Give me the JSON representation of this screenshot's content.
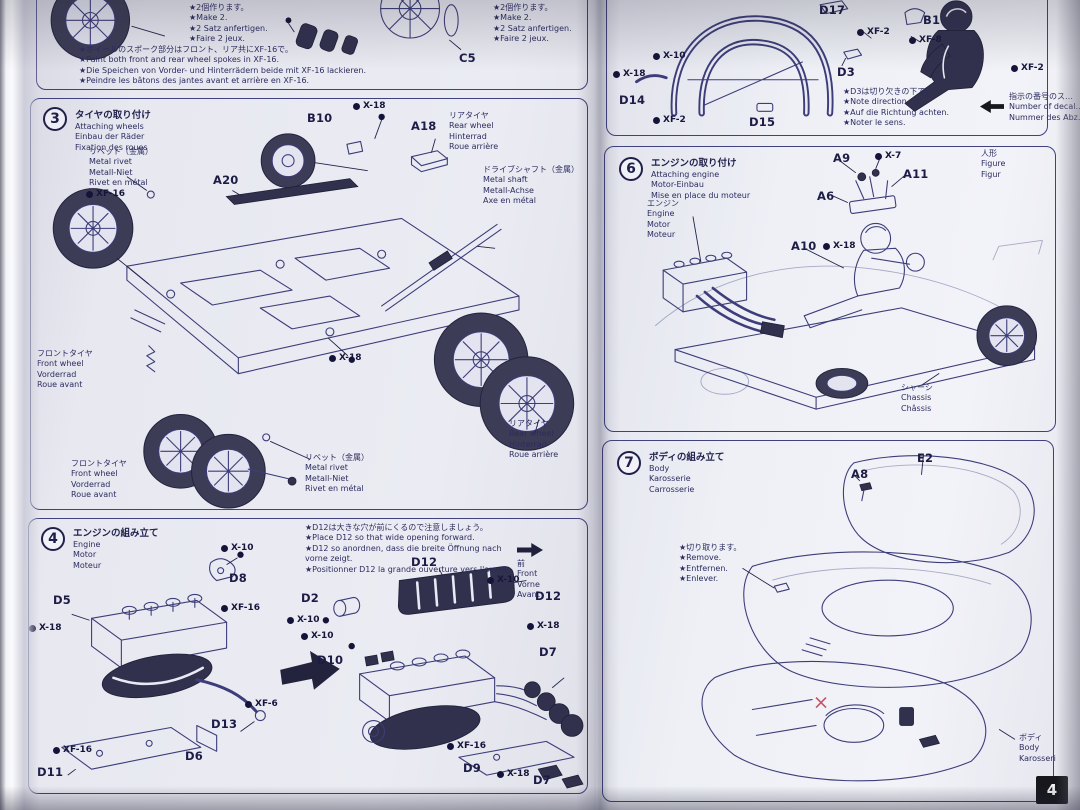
{
  "page_number": "4",
  "colors": {
    "ink": "#3d3d7a",
    "paper": "#ecedf4",
    "page_number_bg": "#17171c"
  },
  "left": {
    "top": {
      "make2_left": [
        "★2個作ります。",
        "★Make 2.",
        "★2 Satz anfertigen.",
        "★Faire 2 jeux."
      ],
      "make2_right": [
        "★2個作ります。",
        "★Make 2.",
        "★2 Satz anfertigen.",
        "★Faire 2 jeux."
      ],
      "c5": "C5",
      "paint_note": [
        "★ホイールのスポーク部分はフロント、リア共にXF-16で。",
        "★Paint both front and rear wheel spokes in XF-16.",
        "★Die Speichen von Vorder- und Hinterrädern beide mit XF-16 lackieren.",
        "★Peindre les bâtons des jantes avant et arrière en XF-16."
      ]
    },
    "step3": {
      "num": "3",
      "title_jp": "タイヤの取り付け",
      "title_sub": [
        "Attaching wheels",
        "Einbau der Räder",
        "Fixation des roues"
      ],
      "rivet_top": [
        "リベット（金属）",
        "Metal rivet",
        "Metall-Niet",
        "Rivet en métal"
      ],
      "rivet_bottom": [
        "リベット（金属）",
        "Metal rivet",
        "Metall-Niet",
        "Rivet en métal"
      ],
      "shaft": [
        "ドライブシャフト（金属）",
        "Metal shaft",
        "Metall-Achse",
        "Axe en métal"
      ],
      "rear_wheel_top": [
        "リアタイヤ",
        "Rear wheel",
        "Hinterrad",
        "Roue arrière"
      ],
      "rear_wheel_bottom": [
        "リアタイヤ",
        "Rear wheel",
        "Hinterrad",
        "Roue arrière"
      ],
      "front_wheel_left": [
        "フロントタイヤ",
        "Front wheel",
        "Vorderrad",
        "Roue avant"
      ],
      "front_wheel_bottom": [
        "フロントタイヤ",
        "Front wheel",
        "Vorderrad",
        "Roue avant"
      ],
      "parts": {
        "a20": "A20",
        "b10": "B10",
        "a18": "A18"
      },
      "callouts": {
        "xf16": "XF-16",
        "x18_top": "X-18",
        "x18_mid": "X-18"
      }
    },
    "step4": {
      "num": "4",
      "title_jp": "エンジンの組み立て",
      "title_sub": [
        "Engine",
        "Motor",
        "Moteur"
      ],
      "d12_note": [
        "★D12は大きな穴が前にくるので注意しましょう。",
        "★Place D12 so that wide opening forward.",
        "★D12 so anordnen, dass die breite Öffnung nach vorne zeigt.",
        "★Positionner D12 la grande ouverture vers l'avant."
      ],
      "front_note": [
        "前",
        "Front",
        "Vorne",
        "Avant"
      ],
      "parts": {
        "d5": "D5",
        "d8": "D8",
        "d13": "D13",
        "d6": "D6",
        "d11": "D11",
        "d2": "D2",
        "d10": "D10",
        "d12_a": "D12",
        "d12_b": "D12",
        "d7_a": "D7",
        "d7_b": "D7",
        "d9": "D9"
      },
      "callouts": {
        "x10_a": "X-10",
        "xf16_a": "XF-16",
        "x18_a": "X-18",
        "xf16_b": "XF-16",
        "xf6": "XF-6",
        "x10_b": "X-10",
        "x10_c": "X-10",
        "x10_d": "X-10",
        "x18_b": "X-18",
        "xf16_c": "XF-16",
        "x18_c": "X-18"
      }
    }
  },
  "right": {
    "top": {
      "parts": {
        "d17": "D17",
        "d14": "D14",
        "d15": "D15",
        "d3": "D3",
        "b1": "B1"
      },
      "callouts": {
        "x18": "X-18",
        "x10": "X-10",
        "xf2_a": "XF-2",
        "xf2_b": "XF-2",
        "xf8": "XF-8",
        "xf2_c": "XF-2"
      },
      "d3_note": [
        "★D3は切り欠きの下で。",
        "★Note direction.",
        "★Auf die Richtung achten.",
        "★Noter le sens."
      ],
      "decal_note": [
        "指示の番号のス…",
        "Number of decal…",
        "Nummer des Abz…"
      ]
    },
    "step6": {
      "num": "6",
      "title_jp": "エンジンの取り付け",
      "title_sub": [
        "Attaching engine",
        "Motor-Einbau",
        "Mise en place du moteur"
      ],
      "parts": {
        "a9": "A9",
        "a11": "A11",
        "a6": "A6",
        "a10": "A10"
      },
      "callouts": {
        "x7": "X-7",
        "x18": "X-18"
      },
      "engine_label": [
        "エンジン",
        "Engine",
        "Motor",
        "Moteur"
      ],
      "chassis_label": [
        "シャーシ",
        "Chassis",
        "Châssis"
      ],
      "figure_label": [
        "人形",
        "Figure",
        "Figur"
      ]
    },
    "step7": {
      "num": "7",
      "title_jp": "ボディの組み立て",
      "title_sub": [
        "Body",
        "Karosserie",
        "Carrosserie"
      ],
      "parts": {
        "e2": "E2",
        "a8": "A8"
      },
      "remove_note": [
        "★切り取ります。",
        "★Remove.",
        "★Entfernen.",
        "★Enlever."
      ],
      "body_label": [
        "ボディ",
        "Body",
        "Karosseri"
      ]
    }
  }
}
